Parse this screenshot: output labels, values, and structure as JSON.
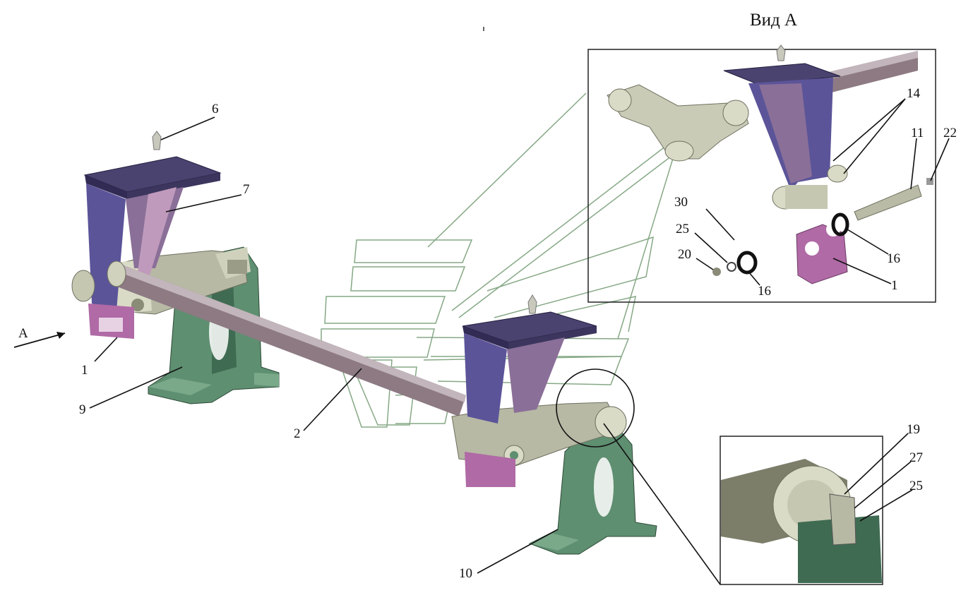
{
  "view_title": "Вид А",
  "arrow_label": "A",
  "colors": {
    "bracket": "#5b5499",
    "bracket_dark": "#3b3672",
    "bracket_top": "#4a4370",
    "arm_light": "#d9dbc6",
    "arm_mid": "#a9ab96",
    "rod": "#8d7a83",
    "rod_light": "#c2b5bb",
    "base": "#5e8f70",
    "base_dark": "#3f6b52",
    "link": "#b06aa6",
    "ghost": "#86a886"
  },
  "callouts": [
    {
      "id": "c6",
      "text": "6"
    },
    {
      "id": "c7",
      "text": "7"
    },
    {
      "id": "c1a",
      "text": "1"
    },
    {
      "id": "c9",
      "text": "9"
    },
    {
      "id": "c2",
      "text": "2"
    },
    {
      "id": "c10",
      "text": "10"
    },
    {
      "id": "c14",
      "text": "14"
    },
    {
      "id": "c11",
      "text": "11"
    },
    {
      "id": "c22",
      "text": "22"
    },
    {
      "id": "c30",
      "text": "30"
    },
    {
      "id": "c25a",
      "text": "25"
    },
    {
      "id": "c20",
      "text": "20"
    },
    {
      "id": "c16a",
      "text": "16"
    },
    {
      "id": "c16b",
      "text": "16"
    },
    {
      "id": "c1b",
      "text": "1"
    },
    {
      "id": "c19",
      "text": "19"
    },
    {
      "id": "c27",
      "text": "27"
    },
    {
      "id": "c25b",
      "text": "25"
    }
  ]
}
